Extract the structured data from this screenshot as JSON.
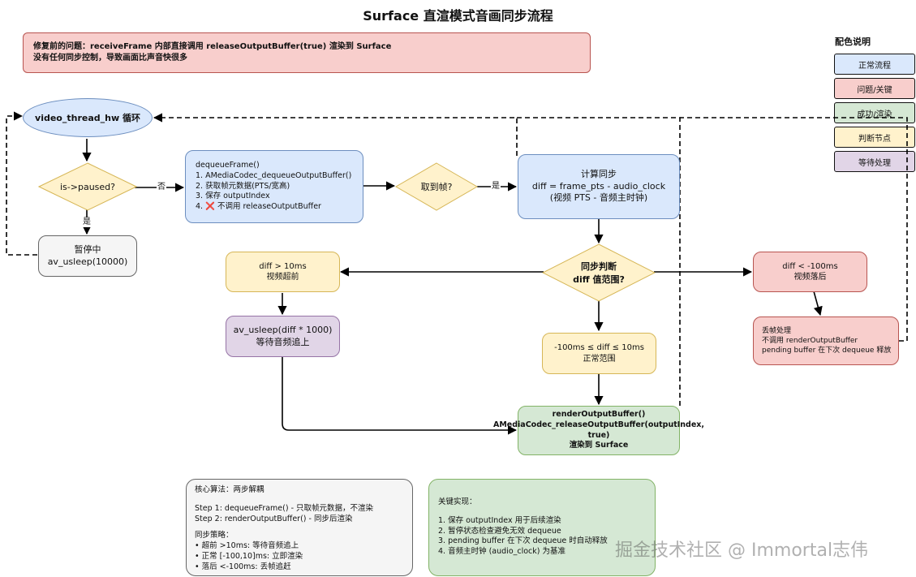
{
  "title": "Surface 直渲模式音画同步流程",
  "problem_note": {
    "line1": "修复前的问题：receiveFrame 内部直接调用 releaseOutputBuffer(true) 渲染到 Surface",
    "line2": "没有任何同步控制，导致画面比声音快很多"
  },
  "legend": {
    "title": "配色说明",
    "items": [
      "正常流程",
      "问题/关键",
      "成功/渲染",
      "判断节点",
      "等待处理"
    ]
  },
  "nodes": {
    "loop": "video_thread_hw 循环",
    "paused_check": "is->paused?",
    "paused": {
      "line1": "暂停中",
      "line2": "av_usleep(10000)"
    },
    "dequeue": {
      "title": "dequeueFrame()",
      "step1": "1. AMediaCodec_dequeueOutputBuffer()",
      "step2": "2. 获取帧元数据(PTS/宽高)",
      "step3": "3. 保存 outputIndex",
      "step4_prefix": "4. ",
      "step4_icon": "❌",
      "step4_text": " 不调用 releaseOutputBuffer"
    },
    "got_frame": "取到帧?",
    "compute_sync": {
      "line1": "计算同步",
      "line2": "diff = frame_pts - audio_clock",
      "line3": "(视频 PTS - 音频主时钟)"
    },
    "sync_judge": {
      "line1": "同步判断",
      "line2": "diff 值范围?"
    },
    "ahead": {
      "line1": "diff > 10ms",
      "line2": "视频超前"
    },
    "wait_audio": {
      "line1": "av_usleep(diff * 1000)",
      "line2": "等待音频追上"
    },
    "normal": {
      "line1": "-100ms ≤ diff ≤ 10ms",
      "line2": "正常范围"
    },
    "behind": {
      "line1": "diff < -100ms",
      "line2": "视频落后"
    },
    "drop": {
      "line1": "丢帧处理",
      "line2": "不调用 renderOutputBuffer",
      "line3": "pending buffer 在下次 dequeue 释放"
    },
    "render": {
      "line1": "renderOutputBuffer()",
      "line2": "AMediaCodec_releaseOutputBuffer(outputIndex,",
      "line3": "true)",
      "line4": "渲染到 Surface"
    }
  },
  "edge_labels": {
    "no": "否",
    "yes_paused": "是",
    "yes_frame": "是"
  },
  "core_algorithm": {
    "title": "核心算法：两步解耦",
    "step1": "Step 1: dequeueFrame() - 只取帧元数据，不渲染",
    "step2": "Step 2: renderOutputBuffer() - 同步后渲染",
    "strategy_title": "同步策略：",
    "s1": "• 超前 >10ms: 等待音频追上",
    "s2": "• 正常 [-100,10]ms: 立即渲染",
    "s3": "• 落后 <-100ms: 丢帧追赶"
  },
  "key_impl": {
    "title": "关键实现：",
    "i1": "1. 保存 outputIndex 用于后续渲染",
    "i2": "2. 暂停状态检查避免无效 dequeue",
    "i3": "3. pending buffer 在下次 dequeue 时自动释放",
    "i4": "4. 音频主时钟 (audio_clock) 为基准"
  },
  "watermark": "掘金技术社区 @ Immortal志伟",
  "colors": {
    "blue_fill": "#dae8fc",
    "blue_stroke": "#6c8ebf",
    "red_fill": "#f8cecc",
    "red_stroke": "#b85450",
    "green_fill": "#d5e8d4",
    "green_stroke": "#82b366",
    "yellow_fill": "#fff2cc",
    "yellow_stroke": "#d6b656",
    "purple_fill": "#e1d5e7",
    "purple_stroke": "#9673a6",
    "gray_fill": "#f5f5f5",
    "gray_stroke": "#666666"
  }
}
